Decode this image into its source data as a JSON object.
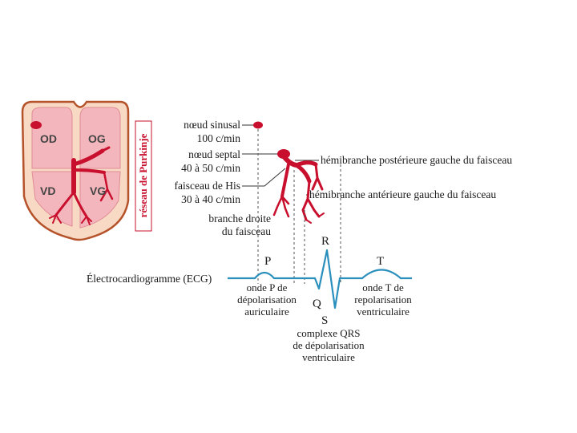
{
  "heart": {
    "chambers": {
      "od": "OD",
      "og": "OG",
      "vd": "VD",
      "vg": "VG"
    },
    "side_label": "réseau de Purkinje"
  },
  "conduction": {
    "sinus_line1": "nœud sinusal",
    "sinus_line2": "100 c/min",
    "septal_line1": "nœud septal",
    "septal_line2": "40 à 50 c/min",
    "his_line1": "faisceau de His",
    "his_line2": "30 à 40 c/min",
    "right_branch_line1": "branche droite",
    "right_branch_line2": "du faisceau",
    "posterior": "hémibranche postérieure gauche du faisceau",
    "anterior": "hémibranche antérieure gauche du faisceau"
  },
  "ecg": {
    "label": "Électrocardiogramme (ECG)",
    "p": "P",
    "q": "Q",
    "r": "R",
    "s": "S",
    "t": "T",
    "p_desc_1": "onde P de",
    "p_desc_2": "dépolarisation",
    "p_desc_3": "auriculaire",
    "qrs_desc_1": "complexe QRS",
    "qrs_desc_2": "de dépolarisation",
    "qrs_desc_3": "ventriculaire",
    "t_desc_1": "onde T de",
    "t_desc_2": "repolarisation",
    "t_desc_3": "ventriculaire"
  },
  "colors": {
    "heart_outer": "#f7d9c4",
    "heart_stroke": "#b5522a",
    "chamber_fill": "#f4b6bd",
    "conduction_red": "#c8102e",
    "ecg_blue": "#2a8fbd"
  }
}
